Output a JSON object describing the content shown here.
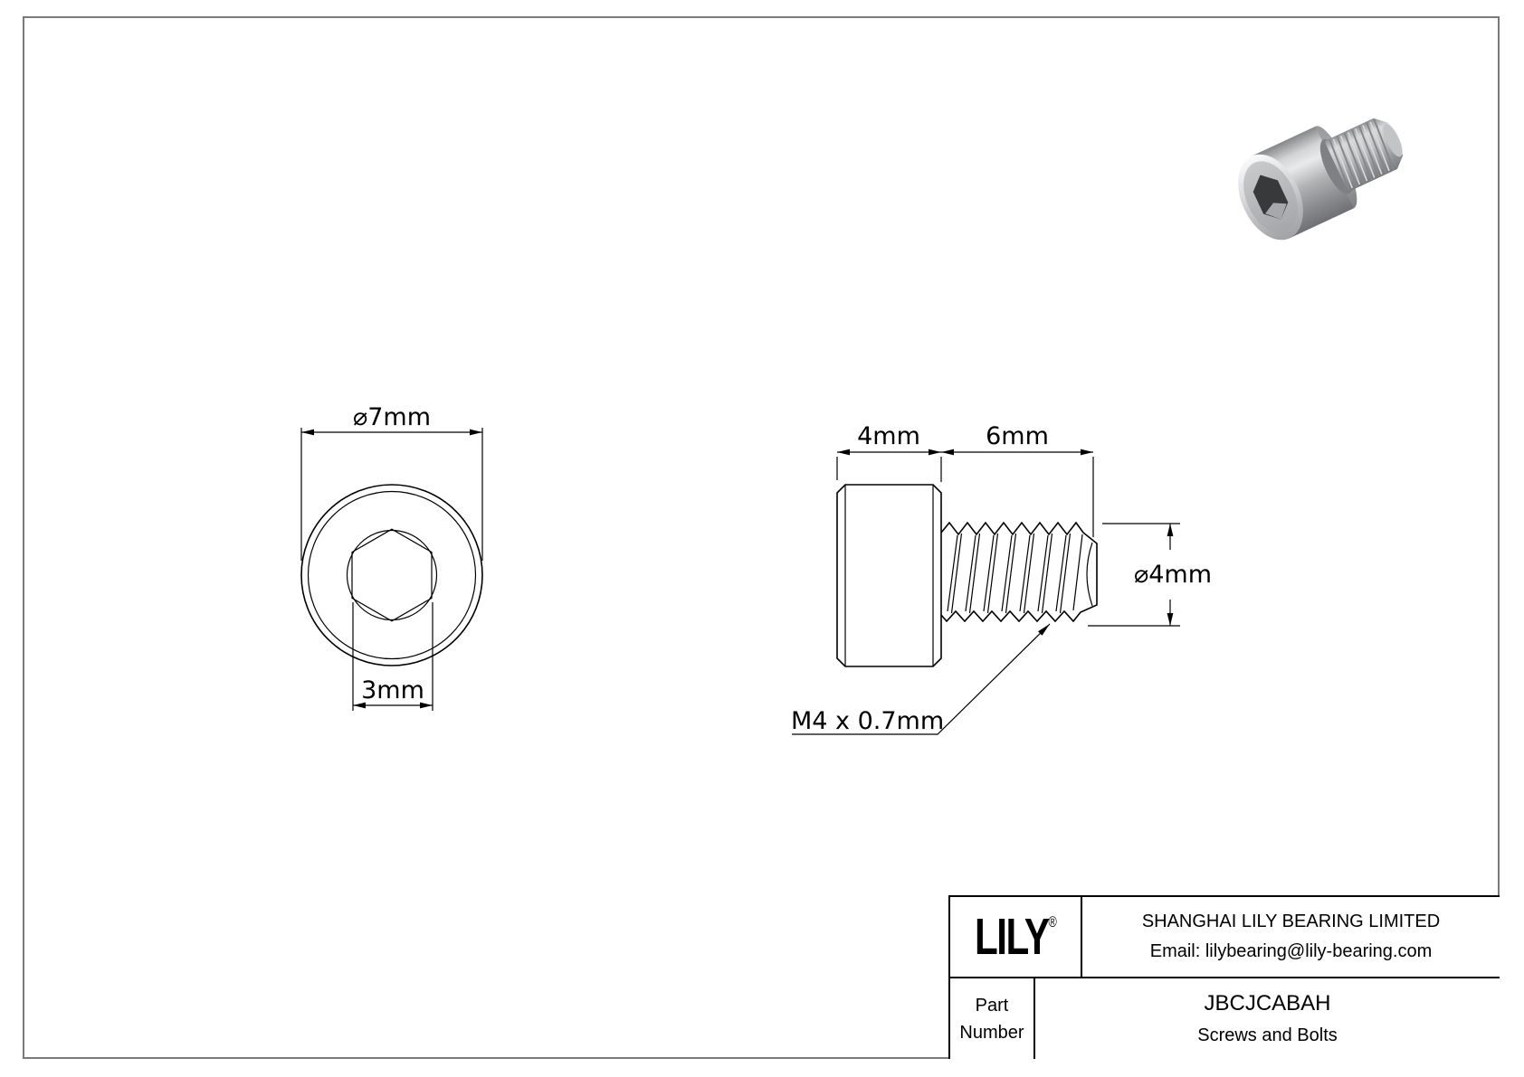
{
  "colors": {
    "line": "#000000",
    "page_border": "#7a7a7a",
    "metal_light": "#e9eaeb",
    "metal_mid": "#b0b2b4",
    "metal_dark": "#6e7073",
    "socket_dark": "#38393b"
  },
  "views": {
    "front": {
      "diameter_label": "⌀7mm",
      "socket_width_label": "3mm"
    },
    "side": {
      "head_length_label": "4mm",
      "thread_length_label": "6mm",
      "thread_diameter_label": "⌀4mm",
      "thread_spec_label": "M4 x 0.7mm"
    }
  },
  "title_block": {
    "logo": "LILY",
    "registered": "®",
    "company": "SHANGHAI LILY BEARING LIMITED",
    "email": "Email: lilybearing@lily-bearing.com",
    "part_label_line1": "Part",
    "part_label_line2": "Number",
    "part_number": "JBCJCABAH",
    "category": "Screws and Bolts"
  }
}
